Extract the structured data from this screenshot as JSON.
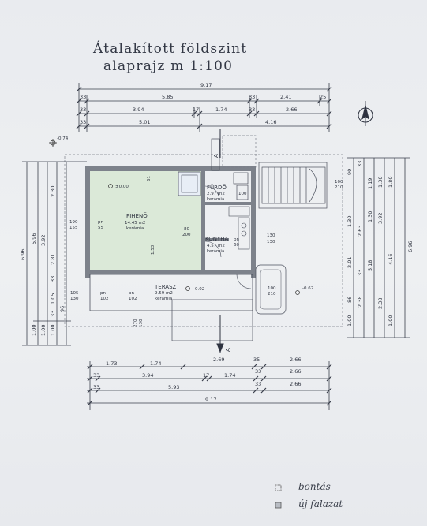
{
  "title": {
    "line1": "Átalakított földszint",
    "line2": "alaprajz m 1:100"
  },
  "rooms": {
    "pihen": {
      "name": "PIHENŐ",
      "area": "14.45 m2",
      "floor": "kerámia"
    },
    "furdo": {
      "name": "FÜRDŐ",
      "area": "2.97 m2",
      "floor": "kerámia"
    },
    "konyha": {
      "name": "KONYHA",
      "area": "4.57 m2",
      "floor": "kerámia"
    },
    "terasz": {
      "name": "TERASZ",
      "area": "9.59 m2",
      "floor": "kerámia"
    }
  },
  "levels": {
    "zero": "±0.00",
    "minus074": "-0,74",
    "minus062": "-0.62",
    "minus002": "-0.02"
  },
  "top_dims": {
    "row1": [
      "9.17"
    ],
    "row2": [
      "33",
      "5.85",
      "33",
      "2.41",
      "25"
    ],
    "row3": [
      "33",
      "3.94",
      "17",
      "1.74",
      "33",
      "2.66"
    ],
    "row4": [
      "33",
      "5.01",
      "4.16"
    ]
  },
  "bottom_dims": {
    "row1": [
      "1.73",
      "1.74",
      "2.69",
      "35",
      "2.66"
    ],
    "row2": [
      "33",
      "3.94",
      "17",
      "1.74",
      "33",
      "2.66"
    ],
    "row3": [
      "33",
      "5.93",
      "33",
      "2.66"
    ],
    "row4": [
      "9.17"
    ]
  },
  "left_dims": {
    "col1": [
      "6.96"
    ],
    "col2": [
      "5.96",
      "1.00"
    ],
    "col3": [
      "2.30",
      "3.92",
      "1.00"
    ],
    "col4": [
      "2.81",
      "33",
      "1.05",
      "33",
      "1.00"
    ],
    "col5": [
      "96"
    ]
  },
  "right_dims": {
    "col1": [
      "90",
      "1.30",
      "2.01",
      "86",
      "1.00"
    ],
    "col2": [
      "33",
      "2.63",
      "33",
      "2.38"
    ],
    "col3": [
      "1.19",
      "5.18",
      "1.30"
    ],
    "col4": [
      "1.30",
      "3.92",
      "2.38"
    ],
    "col5": [
      "1.80",
      "4.16",
      "1.00"
    ],
    "col6": [
      "6.96"
    ]
  },
  "openings": {
    "pn55": "pn",
    "pn55v": "55",
    "d190": "190",
    "d155": "155",
    "d80": "80",
    "d200": "200",
    "d153": "1.53",
    "d61": "61",
    "d130a": "130",
    "d130b": "130",
    "pn60": "pn",
    "pn60v": "60",
    "d100": "100",
    "d210": "210",
    "d100b": "100",
    "d210b": "210",
    "d105": "105",
    "d130c": "130",
    "pn102a": "pn",
    "pn102av": "102",
    "pn102b": "pn",
    "pn102bv": "102",
    "d270": "270",
    "d130d": "130",
    "d100c": "100"
  },
  "section_marks": {
    "a_top": "A",
    "a_bottom": "A"
  },
  "legend": {
    "demolition": "bontás",
    "new_wall": "új falazat"
  }
}
